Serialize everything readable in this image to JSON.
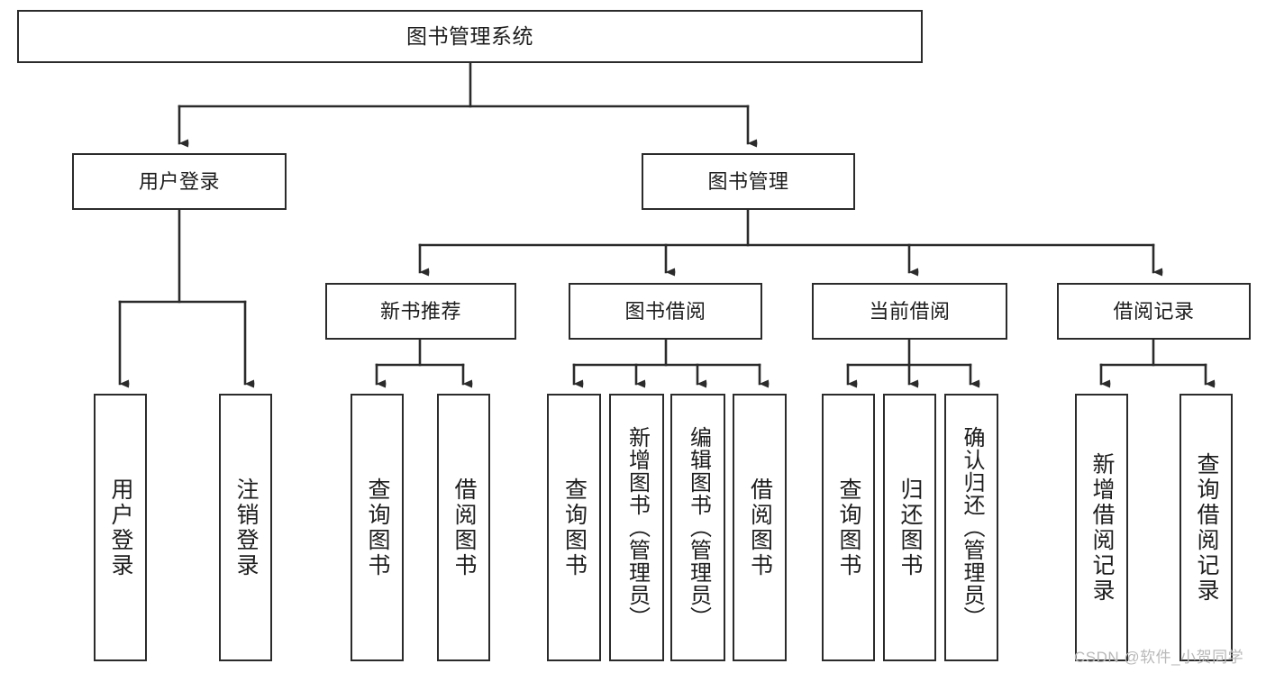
{
  "diagram": {
    "title": "图书管理系统",
    "watermark": "CSDN @软件_小贺同学",
    "levels": {
      "level2": [
        "用户登录",
        "图书管理"
      ],
      "level3": [
        "新书推荐",
        "图书借阅",
        "当前借阅",
        "借阅记录"
      ]
    },
    "nodes": {
      "root": "图书管理系统",
      "user_login": "用户登录",
      "book_manage": "图书管理",
      "new_book_rec": "新书推荐",
      "book_borrow": "图书借阅",
      "current_borrow": "当前借阅",
      "borrow_record": "借阅记录",
      "leaf_user_login": "用户登录",
      "leaf_user_logout": "注销登录",
      "leaf_query_book_1": "查询图书",
      "leaf_borrow_book_1": "借阅图书",
      "leaf_query_book_2": "查询图书",
      "leaf_add_book": "新增图书（管理员）",
      "leaf_edit_book": "编辑图书（管理员）",
      "leaf_borrow_book_2": "借阅图书",
      "leaf_query_book_3": "查询图书",
      "leaf_return_book": "归还图书",
      "leaf_confirm_return": "确认归还（管理员）",
      "leaf_add_record": "新增借阅记录",
      "leaf_query_record": "查询借阅记录"
    },
    "tree": [
      {
        "label": "图书管理系统",
        "children": [
          {
            "label": "用户登录",
            "children": [
              {
                "label": "用户登录"
              },
              {
                "label": "注销登录"
              }
            ]
          },
          {
            "label": "图书管理",
            "children": [
              {
                "label": "新书推荐",
                "children": [
                  {
                    "label": "查询图书"
                  },
                  {
                    "label": "借阅图书"
                  }
                ]
              },
              {
                "label": "图书借阅",
                "children": [
                  {
                    "label": "查询图书"
                  },
                  {
                    "label": "新增图书（管理员）"
                  },
                  {
                    "label": "编辑图书（管理员）"
                  },
                  {
                    "label": "借阅图书"
                  }
                ]
              },
              {
                "label": "当前借阅",
                "children": [
                  {
                    "label": "查询图书"
                  },
                  {
                    "label": "归还图书"
                  },
                  {
                    "label": "确认归还（管理员）"
                  }
                ]
              },
              {
                "label": "借阅记录",
                "children": [
                  {
                    "label": "新增借阅记录"
                  },
                  {
                    "label": "查询借阅记录"
                  }
                ]
              }
            ]
          }
        ]
      }
    ],
    "colors": {
      "box_border": "#2b2b2b",
      "box_fill": "#ffffff",
      "line": "#2b2b2b",
      "text": "#1d1d1d",
      "watermark": "#b9b9b9",
      "background": "#ffffff"
    }
  }
}
